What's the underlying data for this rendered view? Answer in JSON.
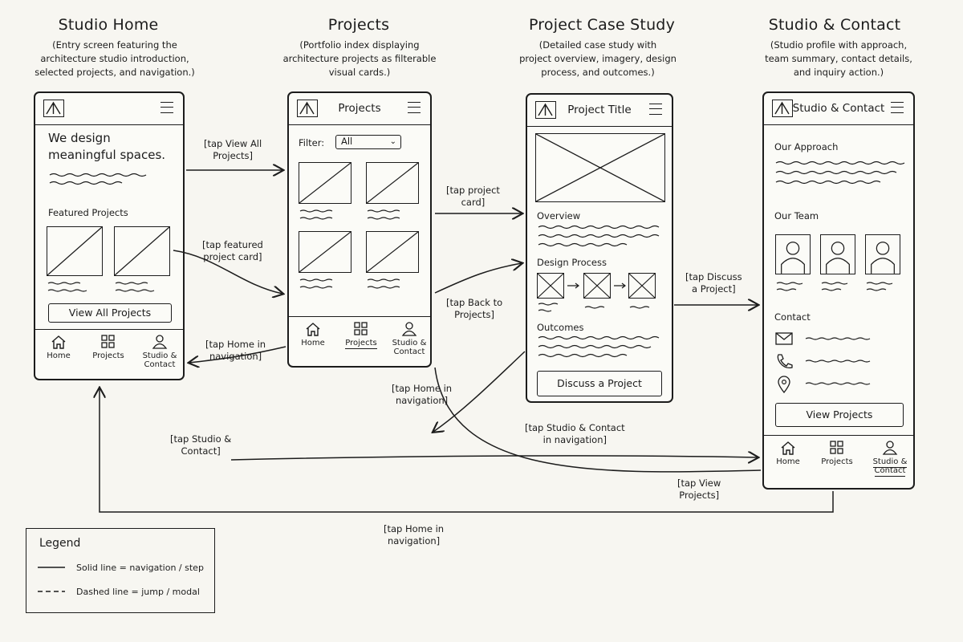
{
  "columns": [
    {
      "title": "Studio Home",
      "desc": [
        "(Entry screen featuring the",
        "architecture studio introduction,",
        "selected projects, and navigation.)"
      ]
    },
    {
      "title": "Projects",
      "desc": [
        "(Portfolio index displaying",
        "architecture projects as filterable",
        "visual cards.)"
      ]
    },
    {
      "title": "Project Case Study",
      "desc": [
        "(Detailed case study with",
        "project overview, imagery, design",
        "process, and outcomes.)"
      ]
    },
    {
      "title": "Studio & Contact",
      "desc": [
        "(Studio profile with approach,",
        "team summary, contact details,",
        "and inquiry action.)"
      ]
    }
  ],
  "home": {
    "headline": "We design meaningful spaces.",
    "featured_label": "Featured Projects",
    "view_all_button": "View All Projects"
  },
  "projects": {
    "header_title": "Projects",
    "filter_label": "Filter:",
    "filter_value": "All"
  },
  "case_study": {
    "header_title": "Project Title",
    "overview_label": "Overview",
    "process_label": "Design Process",
    "outcomes_label": "Outcomes",
    "cta_button": "Discuss a Project"
  },
  "contact": {
    "header_title": "Studio & Contact",
    "approach_label": "Our Approach",
    "team_label": "Our Team",
    "contact_label": "Contact",
    "view_projects_button": "View Projects"
  },
  "nav": {
    "home": "Home",
    "projects": "Projects",
    "contact_line1": "Studio &",
    "contact_line2": "Contact"
  },
  "edges": {
    "view_all": [
      "[tap View All",
      "Projects]"
    ],
    "featured_card": [
      "[tap featured",
      "project card]"
    ],
    "project_card": [
      "[tap project",
      "card]"
    ],
    "back_to_projects": [
      "[tap Back to",
      "Projects]"
    ],
    "discuss": [
      "[tap Discuss",
      "a Project]"
    ],
    "home_nav_projects": [
      "[tap Home in",
      "navigation]"
    ],
    "home_nav_case": [
      "[tap Home in",
      "navigation]"
    ],
    "studio_contact_home": [
      "[tap Studio &",
      "Contact]"
    ],
    "studio_contact_case": [
      "[tap Studio & Contact",
      "in navigation]"
    ],
    "view_projects": [
      "[tap View",
      "Projects]"
    ],
    "home_nav_bottom": [
      "[tap Home in",
      "navigation]"
    ]
  },
  "legend": {
    "title": "Legend",
    "solid": "Solid line = navigation / step",
    "dashed": "Dashed line = jump / modal"
  }
}
